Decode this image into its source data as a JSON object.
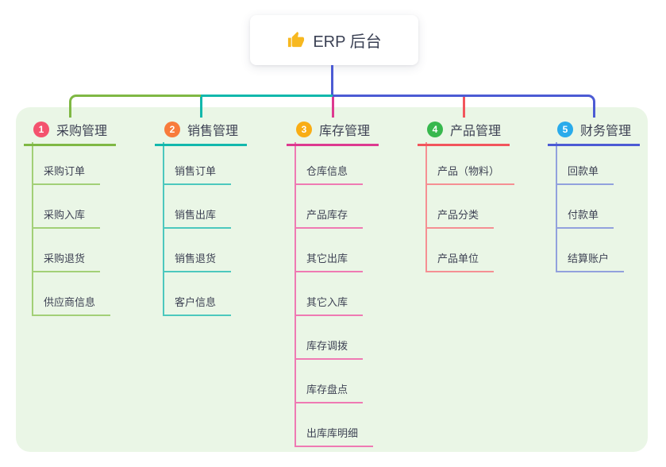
{
  "root": {
    "title": "ERP 后台",
    "icon": "thumbs-up-icon",
    "icon_color": "#f7b820"
  },
  "canvas": {
    "page_bg": "#ffffff",
    "panel_bg": "#eaf6e6",
    "root_line_color": "#4c5bd4",
    "text_color": "#3e4254"
  },
  "branches": [
    {
      "index": "1",
      "label": "采购管理",
      "badge_color": "#f4526e",
      "line_strong": "#7fb844",
      "line_light": "#a2d077",
      "children": [
        "采购订单",
        "采购入库",
        "采购退货",
        "供应商信息"
      ]
    },
    {
      "index": "2",
      "label": "销售管理",
      "badge_color": "#f87b3b",
      "line_strong": "#12b8ac",
      "line_light": "#4cc8be",
      "children": [
        "销售订单",
        "销售出库",
        "销售退货",
        "客户信息"
      ]
    },
    {
      "index": "3",
      "label": "库存管理",
      "badge_color": "#f9ad14",
      "line_strong": "#dd3a90",
      "line_light": "#ef7ab3",
      "children": [
        "仓库信息",
        "产品库存",
        "其它出库",
        "其它入库",
        "库存调拨",
        "库存盘点",
        "出库库明细"
      ]
    },
    {
      "index": "4",
      "label": "产品管理",
      "badge_color": "#38b84e",
      "line_strong": "#f2555c",
      "line_light": "#f58f93",
      "children": [
        "产品（物料）",
        "产品分类",
        "产品单位"
      ]
    },
    {
      "index": "5",
      "label": "财务管理",
      "badge_color": "#29abeb",
      "line_strong": "#4c5bd4",
      "line_light": "#92a1dd",
      "children": [
        "回款单",
        "付款单",
        "结算账户"
      ]
    }
  ]
}
